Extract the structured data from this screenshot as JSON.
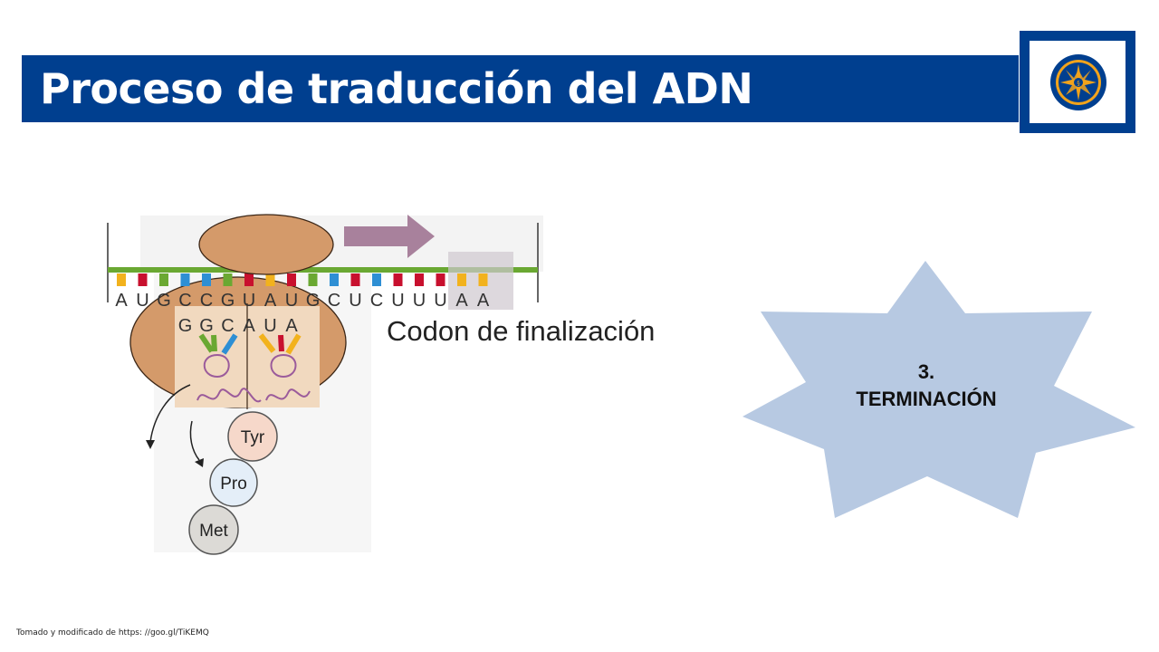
{
  "header": {
    "title": "Proceso de traducción del ADN"
  },
  "diagram": {
    "mrna_letters": [
      "A",
      "U",
      "G",
      "C",
      "C",
      "G",
      "U",
      "A",
      "U",
      "G",
      "C",
      "U",
      "C",
      "U",
      "U",
      "U",
      "A",
      "A"
    ],
    "anticodon_letters": [
      "G",
      "G",
      "C",
      "A",
      "U",
      "A"
    ],
    "codon_label": "Codon de finalización",
    "amino_acids": [
      "Tyr",
      "Pro",
      "Met"
    ],
    "colors": {
      "ribosome": "#d49a6a",
      "mrna_strand": "#6aa832",
      "arrow": "#a8819c",
      "trna_loop": "#9b5b9b"
    }
  },
  "stage": {
    "number": "3.",
    "name": "TERMINACIÓN",
    "color": "#b7c9e2"
  },
  "footer": {
    "source": "Tomado y modificado de https: //goo.gl/TiKEMQ"
  },
  "logo": {
    "icon": "university-seal-icon",
    "colors": {
      "outer": "#003f8f",
      "star": "#f2a31b"
    }
  }
}
